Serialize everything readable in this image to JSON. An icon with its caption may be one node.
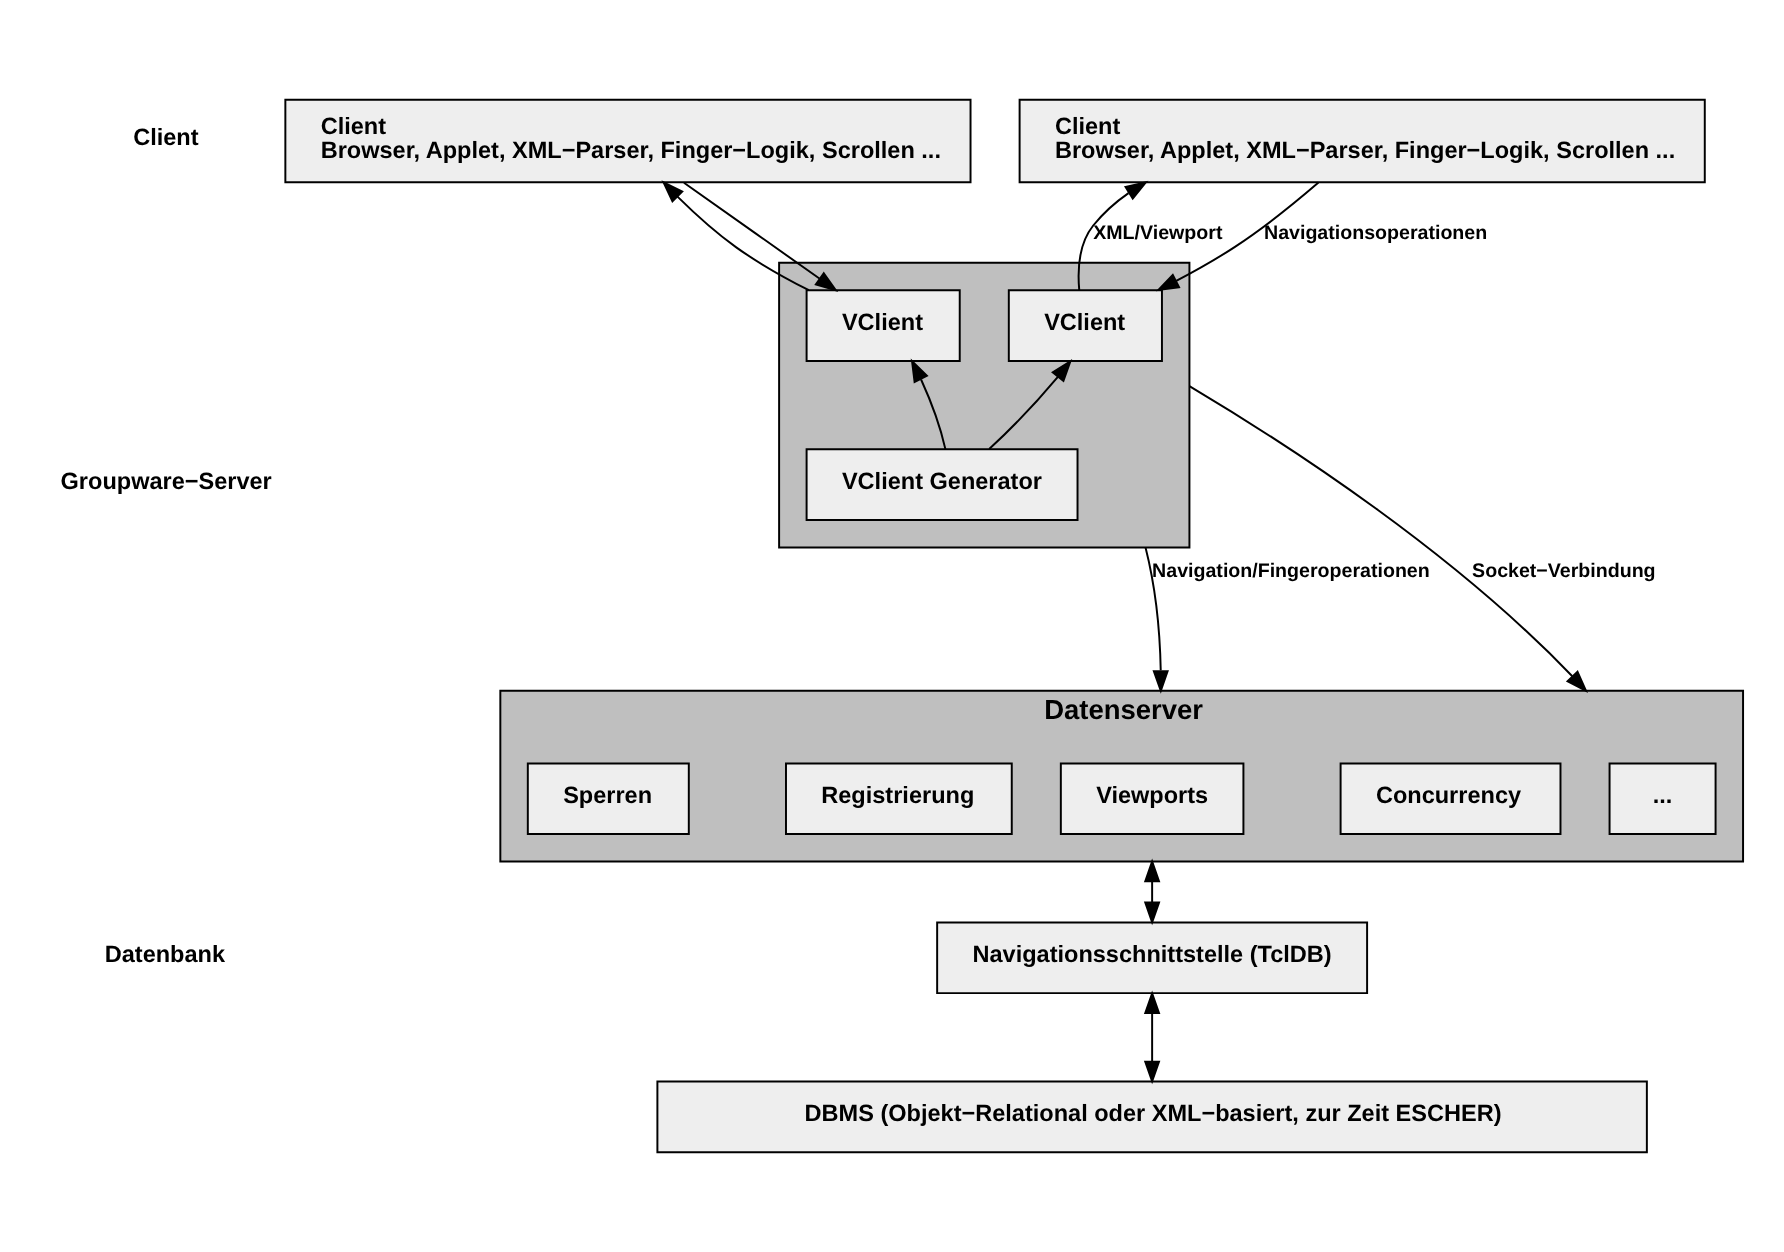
{
  "diagram": {
    "nodes": [
      {
        "text": [
          "Client",
          "Browser, Applet, XML−Parser, Finger−Logik, Scrollen ..."
        ]
      },
      {
        "text": [
          "Client",
          "Browser, Applet, XML−Parser, Finger−Logik, Scrollen ..."
        ]
      },
      {
        "text": [],
        "shape": "box"
      },
      {
        "text": [
          "VClient"
        ],
        "in": 2
      },
      {
        "text": [
          "VClient Generator"
        ],
        "in": 2
      },
      {
        "text": [
          "VClient"
        ],
        "in": 2
      },
      {
        "text": [
          "Datenserver"
        ]
      },
      {
        "text": [
          "Viewports"
        ],
        "in": 6
      },
      {
        "text": [
          "Concurrency"
        ],
        "in": 6
      },
      {
        "text": [
          "Sperren"
        ],
        "in": 6
      },
      {
        "text": [
          "Registrierung"
        ],
        "in": 6
      },
      {
        "text": [
          "..."
        ],
        "in": 6
      },
      {
        "text": [
          "Navigationsschnittstelle (TclDB)"
        ]
      },
      {
        "text": [
          "DBMS (Objekt−Relational oder XML−basiert, zur Zeit ESCHER)"
        ]
      }
    ],
    "edges": [
      {
        "from": 0,
        "to": 3,
        "arrow": "to"
      },
      {
        "from": 3,
        "to": 0,
        "arrow": "to"
      },
      {
        "from": 1,
        "to": 5,
        "arrow": "to",
        "label": "Navigationsoperationen"
      },
      {
        "from": 5,
        "to": 1,
        "arrow": "to",
        "label": "XML/Viewport"
      },
      {
        "from": 4,
        "to": 3,
        "arrow": "to"
      },
      {
        "from": 4,
        "to": 5,
        "arrow": "to"
      },
      {
        "from": 2,
        "to": 6,
        "arrow": "to",
        "label": "Navigation/Fingeroperationen"
      },
      {
        "from": 2,
        "to": 6,
        "arrow": "to",
        "label": "Socket−Verbindung"
      },
      {
        "from": 6,
        "to": 12,
        "arrow": "both"
      },
      {
        "from": 12,
        "to": 13,
        "arrow": "both"
      }
    ],
    "labels": [
      "Client",
      "Groupware−Server",
      "Datenbank"
    ]
  }
}
